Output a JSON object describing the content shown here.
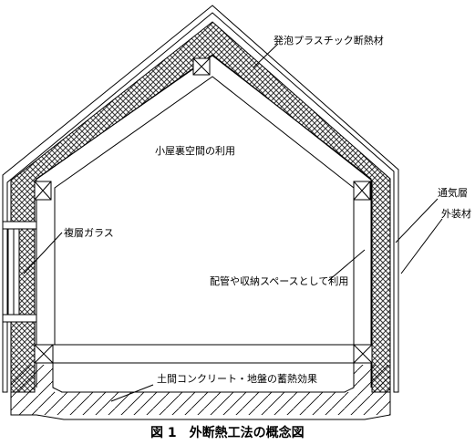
{
  "labels": {
    "foam_insulation": "発泡プラスチック断熱材",
    "attic_use": "小屋裏空間の利用",
    "vent_layer": "通気層",
    "double_glazing": "複層ガラス",
    "exterior_finish": "外装材",
    "piping_storage": "配管や収納スペースとして利用",
    "slab_heat_storage": "土間コンクリート・地盤の蓄熱効果"
  },
  "caption": "図 1　外断熱工法の概念図",
  "colors": {
    "line": "#000000",
    "insulation_hatch": "#333333",
    "background": "#ffffff"
  }
}
